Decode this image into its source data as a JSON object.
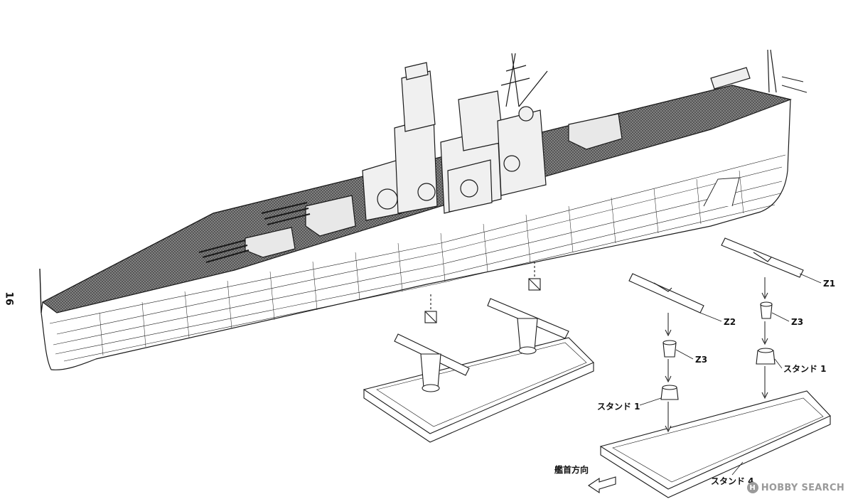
{
  "page": {
    "number": "16"
  },
  "parts": {
    "z1": "Z1",
    "z2": "Z2",
    "z3_right": "Z3",
    "z3_left": "Z3",
    "stand1_right": "スタンド 1",
    "stand1_left": "スタンド 1",
    "stand4": "スタンド 4"
  },
  "direction": {
    "bow_label": "艦首方向"
  },
  "watermark": {
    "mark": "H",
    "text": "HOBBY SEARCH"
  },
  "colors": {
    "line": "#1a1a1a",
    "deck_fill": "#6a6a6a",
    "hull_fill": "#ffffff",
    "watermark": "#9a9a9a"
  }
}
